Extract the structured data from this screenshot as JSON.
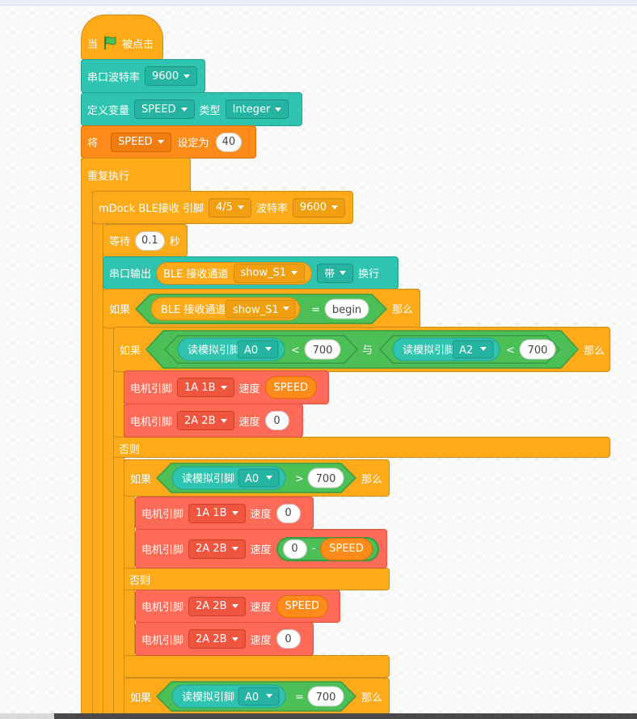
{
  "colors": {
    "control": "#ffab19",
    "serial": "#2ec4b0",
    "variable": "#ff8c1a",
    "motor": "#ff6b56",
    "operator": "#4cbf56"
  },
  "hat": {
    "prefix": "当",
    "flag_icon": "green-flag-icon",
    "suffix": "被点击"
  },
  "serial_baud": {
    "label": "串口波特率",
    "value": "9600"
  },
  "define_var": {
    "label": "定义变量",
    "var": "SPEED",
    "type_label": "类型",
    "type": "Integer"
  },
  "set_var": {
    "label": "将",
    "var": "SPEED",
    "set_label": "设定为",
    "value": "40"
  },
  "forever": {
    "label": "重复执行"
  },
  "ble_recv": {
    "label": "mDock BLE接收 引脚",
    "pin": "4/5",
    "baud_label": "波特率",
    "baud": "9600"
  },
  "wait": {
    "label": "等待",
    "value": "0.1",
    "unit": "秒"
  },
  "serial_print": {
    "label": "串口输出",
    "ble_label": "BLE 接收通道",
    "channel": "show_S1",
    "mode": "带",
    "newline": "换行"
  },
  "if1": {
    "if": "如果",
    "ble_label": "BLE 接收通道",
    "channel": "show_S1",
    "op": "=",
    "value": "begin",
    "then": "那么"
  },
  "if2": {
    "if": "如果",
    "read1": "读模拟引脚",
    "pin1": "A0",
    "op1": "<",
    "val1": "700",
    "and": "与",
    "read2": "读模拟引脚",
    "pin2": "A2",
    "op2": "<",
    "val2": "700",
    "then": "那么"
  },
  "motor1": {
    "label": "电机引脚",
    "pin": "1A 1B",
    "speed": "速度",
    "value": "SPEED"
  },
  "motor2": {
    "label": "电机引脚",
    "pin": "2A 2B",
    "speed": "速度",
    "value": "0"
  },
  "else1": {
    "label": "否则"
  },
  "if3": {
    "if": "如果",
    "read": "读模拟引脚",
    "pin": "A0",
    "op": ">",
    "val": "700",
    "then": "那么"
  },
  "motor3": {
    "label": "电机引脚",
    "pin": "1A 1B",
    "speed": "速度",
    "value": "0"
  },
  "motor4": {
    "label": "电机引脚",
    "pin": "2A 2B",
    "speed": "速度",
    "left": "0",
    "op": "-",
    "right": "SPEED"
  },
  "else2": {
    "label": "否则"
  },
  "motor5": {
    "label": "电机引脚",
    "pin": "2A 2B",
    "speed": "速度",
    "value": "SPEED"
  },
  "motor6": {
    "label": "电机引脚",
    "pin": "2A 2B",
    "speed": "速度",
    "value": "0"
  },
  "if4": {
    "if": "如果",
    "read": "读模拟引脚",
    "pin": "A0",
    "op": "=",
    "val": "700",
    "then": "那么"
  }
}
